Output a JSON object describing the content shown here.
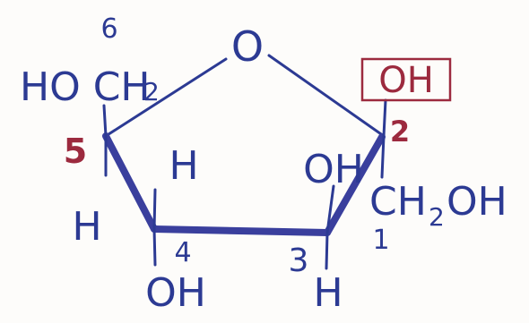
{
  "labels": {
    "ring_oxygen": "O",
    "c6_number": "6",
    "c6_group": "HO CH",
    "c6_subscript": "2",
    "c5_number": "5",
    "c5_h_upper": "H",
    "c5_h_lower": "H",
    "c4_number": "4",
    "c4_oh": "OH",
    "c3_number": "3",
    "c3_oh": "OH",
    "c3_h": "H",
    "c2_number": "2",
    "c2_oh_boxed": "OH",
    "c1_number": "1",
    "c1_group": "CH",
    "c1_subscript": "2",
    "c1_oh": "OH"
  },
  "colors": {
    "ink_blue": "#2c3a93",
    "bond_blue": "#3a3f9d",
    "ink_red": "#9c2a3e",
    "paper": "#fdfcfa"
  }
}
